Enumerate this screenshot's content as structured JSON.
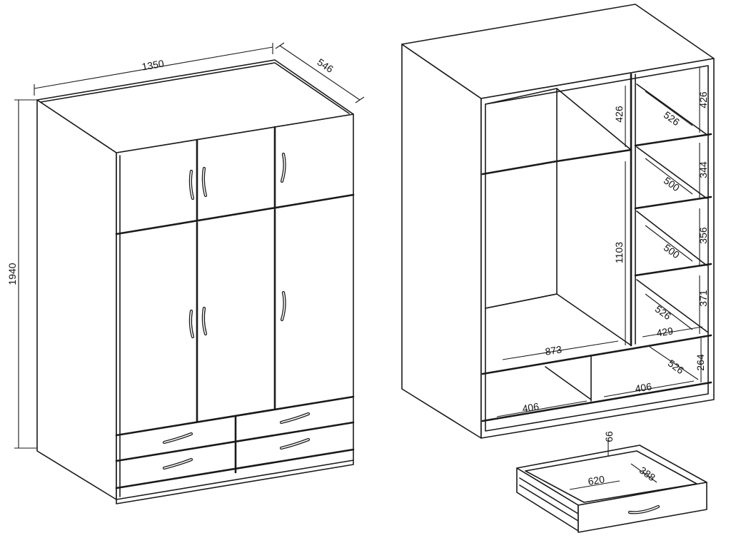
{
  "colors": {
    "line": "#1a1a1a",
    "background": "#ffffff"
  },
  "closed_view": {
    "width": "1350",
    "depth": "546",
    "height": "1940"
  },
  "open_view": {
    "shelf_heights": [
      "426",
      "426",
      "344",
      "356",
      "371",
      "264"
    ],
    "shelf_depths": [
      "526",
      "500",
      "500",
      "526",
      "526"
    ],
    "hanging_height": "1103",
    "rail_width": "873",
    "bottom_shelf_width": "429",
    "drawer_width": "406",
    "drawer_width_2": "406"
  },
  "drawer_detail": {
    "height": "66",
    "inner_width": "620",
    "inner_depth": "388"
  }
}
